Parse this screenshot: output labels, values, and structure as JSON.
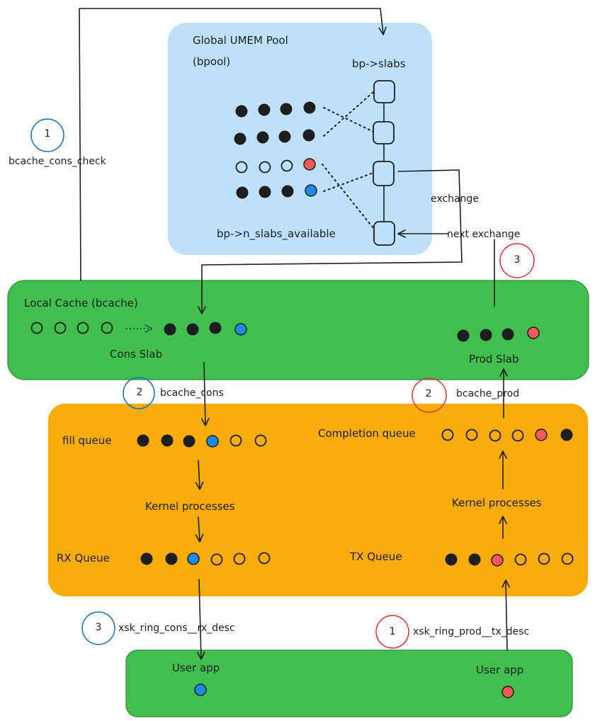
{
  "colors": {
    "pool_bg": "#bfe0fb",
    "green_bg": "#40bf4f",
    "green_border": "#2f8a37",
    "orange_bg": "#f7ac0c",
    "ink": "#1e1e1e",
    "red_dot": "#f55858",
    "blue_dot": "#1e88e5",
    "blue_circle": "#1971c2",
    "red_circle": "#e03131"
  },
  "pool": {
    "title_line1": "Global UMEM Pool",
    "title_line2": "(bpool)",
    "slabs_label": "bp->slabs",
    "available_label": "bp->n_slabs_available"
  },
  "exchange": {
    "exchange_label": "exchange",
    "next_exchange_label": "next exchange"
  },
  "cache": {
    "title": "Local Cache (bcache)",
    "cons_slab_label": "Cons Slab",
    "prod_slab_label": "Prod Slab"
  },
  "rx_side": {
    "step1_num": "1",
    "step1_label": "bcache_cons_check",
    "step2_num": "2",
    "step2_label": "bcache_cons",
    "step3_num": "3",
    "step3_label": "xsk_ring_cons__rx_desc"
  },
  "tx_side": {
    "step1_num": "1",
    "step1_label": "xsk_ring_prod__tx_desc",
    "step2_num": "2",
    "step2_label": "bcache_prod",
    "step3_num": "3"
  },
  "kernel": {
    "fill_queue": "fill queue",
    "rx_queue": "RX Queue",
    "rx_kernel_label": "Kernel processes",
    "completion_queue": "Completion queue",
    "tx_queue": "TX Queue",
    "tx_kernel_label": "Kernel processes"
  },
  "user": {
    "left_app": "User app",
    "right_app": "User app"
  }
}
